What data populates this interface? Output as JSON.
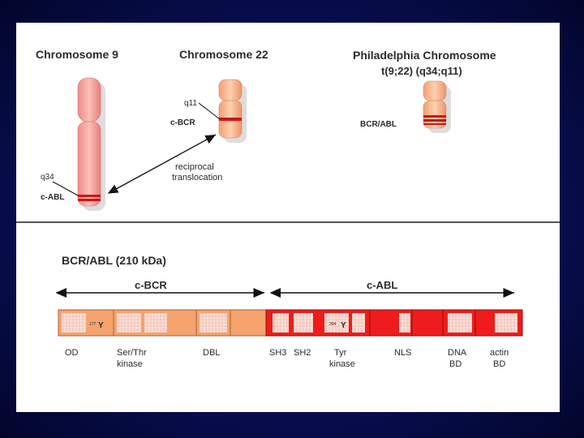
{
  "top": {
    "chr9_title": "Chromosome 9",
    "chr22_title": "Chromosome 22",
    "ph_title_line1": "Philadelphia Chromosome",
    "ph_title_line2": "t(9;22) (q34;q11)",
    "q11_label": "q11",
    "cbcr_label": "c-BCR",
    "q34_label": "q34",
    "cabl_label": "c-ABL",
    "bcrabl_label": "BCR/ABL",
    "reciprocal_line1": "reciprocal",
    "reciprocal_line2": "translocation"
  },
  "bottom": {
    "title": "BCR/ABL (210 kDa)",
    "cbcr_span": "c-BCR",
    "cabl_span": "c-ABL",
    "y177": "177",
    "y177_letter": "Y",
    "y394": "394",
    "y394_letter": "Y",
    "domains": {
      "od": "OD",
      "serthr_1": "Ser/Thr",
      "serthr_2": "kinase",
      "dbl": "DBL",
      "sh3": "SH3",
      "sh2": "SH2",
      "tyr_1": "Tyr",
      "tyr_2": "kinase",
      "nls": "NLS",
      "dna_1": "DNA",
      "dna_2": "BD",
      "actin_1": "actin",
      "actin_2": "BD"
    }
  },
  "colors": {
    "bcr_fill": "#f4a46c",
    "abl_fill": "#ee1c1c",
    "chromosome_fill": "#f49a9a",
    "band": "#d8201f"
  }
}
